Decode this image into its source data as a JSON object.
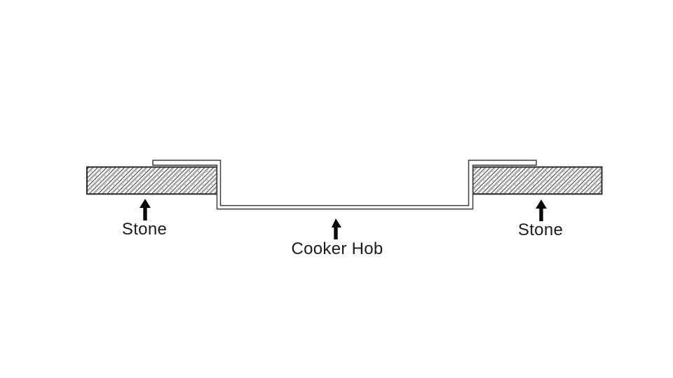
{
  "diagram": {
    "labels": {
      "stone_left": "Stone",
      "stone_right": "Stone",
      "cooker_hob": "Cooker Hob"
    },
    "colors": {
      "background": "#ffffff",
      "hob_line": "#3d3d3d",
      "stone_outline": "#2b2b2b",
      "hatch_thick": "#a3a3a3",
      "hatch_thin": "#3c3c3c",
      "hatch_dash": "#7a7a7a",
      "arrow": "#0a0a0a",
      "text": "#1c1c1c"
    }
  }
}
